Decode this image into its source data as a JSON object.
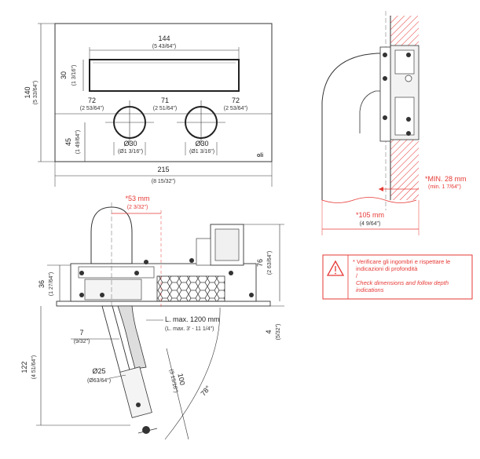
{
  "front_view": {
    "plate_width": "215",
    "plate_width_in": "(8 15/32\")",
    "plate_height": "140",
    "plate_height_in": "(5 33/64\")",
    "slot_width": "144",
    "slot_width_in": "(5 43/64\")",
    "slot_height": "30",
    "slot_height_in": "(1 3/16\")",
    "left_offset": "72",
    "left_offset_in": "(2 53/64\")",
    "center_spacing": "71",
    "center_spacing_in": "(2 51/64\")",
    "right_offset": "72",
    "right_offset_in": "(2 53/64\")",
    "button_height": "45",
    "button_height_in": "(1 49/64\")",
    "button_left_dia": "Ø30",
    "button_left_dia_in": "(Ø1 3/16\")",
    "button_right_dia": "Ø30",
    "button_right_dia_in": "(Ø1 3/16\")",
    "logo": "oli"
  },
  "side_view": {
    "min_depth": "*MIN. 28 mm",
    "min_depth_in": "(min. 1 7/64\")",
    "depth": "*105 mm",
    "depth_in": "(4 9/64\")"
  },
  "section_view": {
    "top_offset": "*53 mm",
    "top_offset_in": "(2 3/32\")",
    "height_76": "76",
    "height_76_in": "(2 63/64\")",
    "height_36": "36",
    "height_36_in": "(1 27/64\")",
    "thickness_4": "4",
    "thickness_4_in": "(5/32\")",
    "length_max": "L. max. 1200 mm",
    "length_max_in": "(L. max. 3' - 11 1/4\")",
    "size_7": "7",
    "size_7_in": "(9/32\")",
    "size_122": "122",
    "size_122_in": "(4 51/64\")",
    "dia_25": "Ø25",
    "dia_25_in": "(Ø63/64\")",
    "size_100": "100",
    "size_100_in": "(3 15/16\")",
    "angle": "78°"
  },
  "warning": {
    "line1": "* Verificare gli ingombri e rispettare le",
    "line2": "indicazioni di profondità",
    "line3": "/",
    "line4": "Check dimensions and follow depth",
    "line5": "indications"
  }
}
